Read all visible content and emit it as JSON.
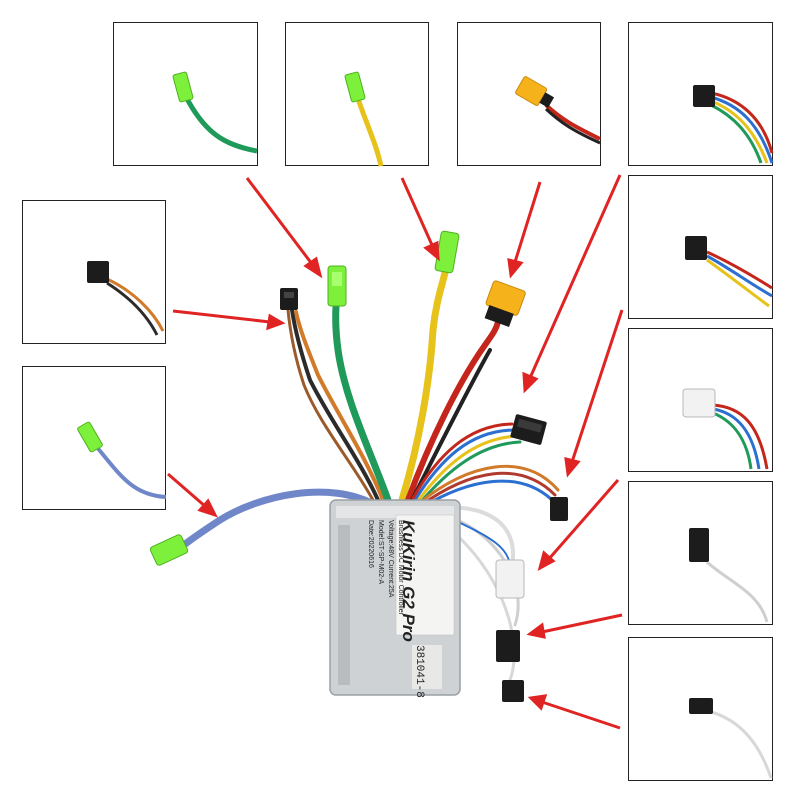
{
  "controller": {
    "brand": "KuKirin G2 Pro",
    "spec_line_1": "Brushless DC Motor Controller",
    "spec_line_2": "Voltage:48V   Current:25A",
    "spec_line_3": "Model:ST-SP-M02-A",
    "spec_line_4": "Date:20220616",
    "model_code": "381041-8"
  },
  "colors": {
    "arrow": "#e02424",
    "housing": "#cfd2d4",
    "green_wire": "#1f9a5a",
    "yellow_wire": "#e6c21a",
    "blue_wire": "#6f86c9",
    "red_wire": "#c4261b",
    "connector_green": "#7cf03a",
    "connector_yellow": "#f5b21b",
    "connector_black": "#1c1c1c",
    "connector_white": "#f2f2f2"
  }
}
